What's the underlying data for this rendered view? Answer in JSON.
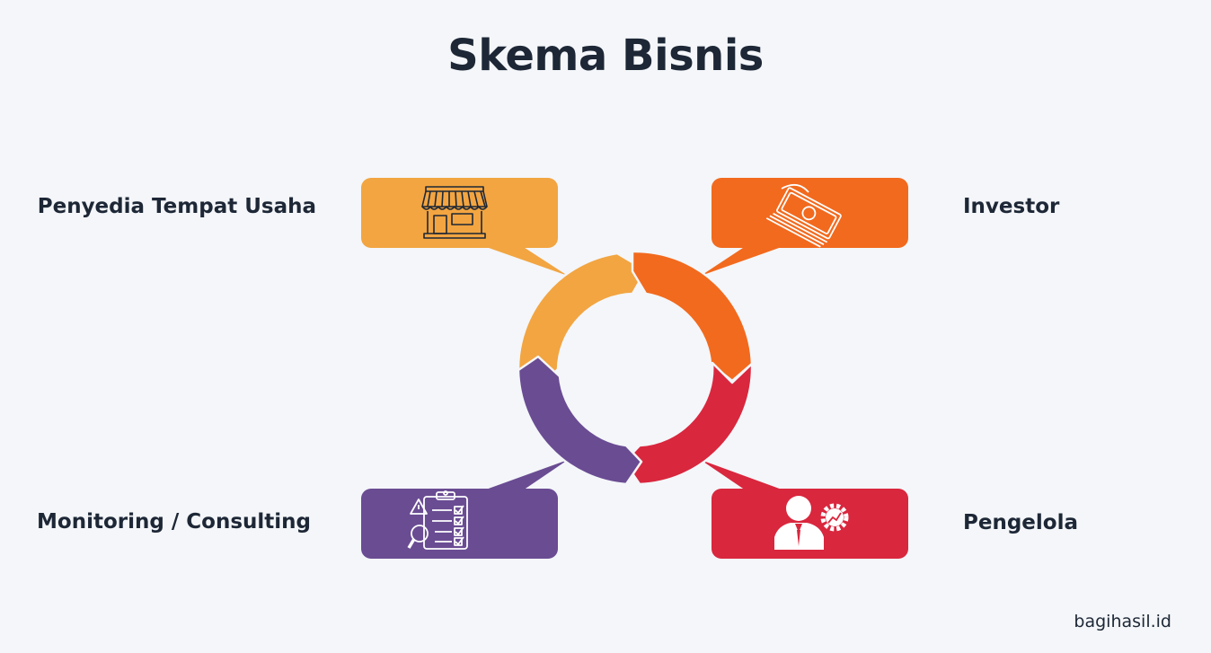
{
  "title": "Skema Bisnis",
  "brand": "bagihasil.id",
  "colors": {
    "background": "#f4f6f9",
    "text": "#1d2736",
    "orange_light": "#f2a541",
    "orange_dark": "#f26a1e",
    "red": "#d9273e",
    "purple": "#6a4c93"
  },
  "nodes": [
    {
      "id": "top-left",
      "label": "Penyedia Tempat Usaha",
      "icon": "store-icon",
      "color": "#f2a541"
    },
    {
      "id": "top-right",
      "label": "Investor",
      "icon": "money-icon",
      "color": "#f26a1e"
    },
    {
      "id": "bottom-left",
      "label": "Monitoring / Consulting",
      "icon": "checklist-icon",
      "color": "#6a4c93"
    },
    {
      "id": "bottom-right",
      "label": "Pengelola",
      "icon": "manager-icon",
      "color": "#d9273e"
    }
  ]
}
